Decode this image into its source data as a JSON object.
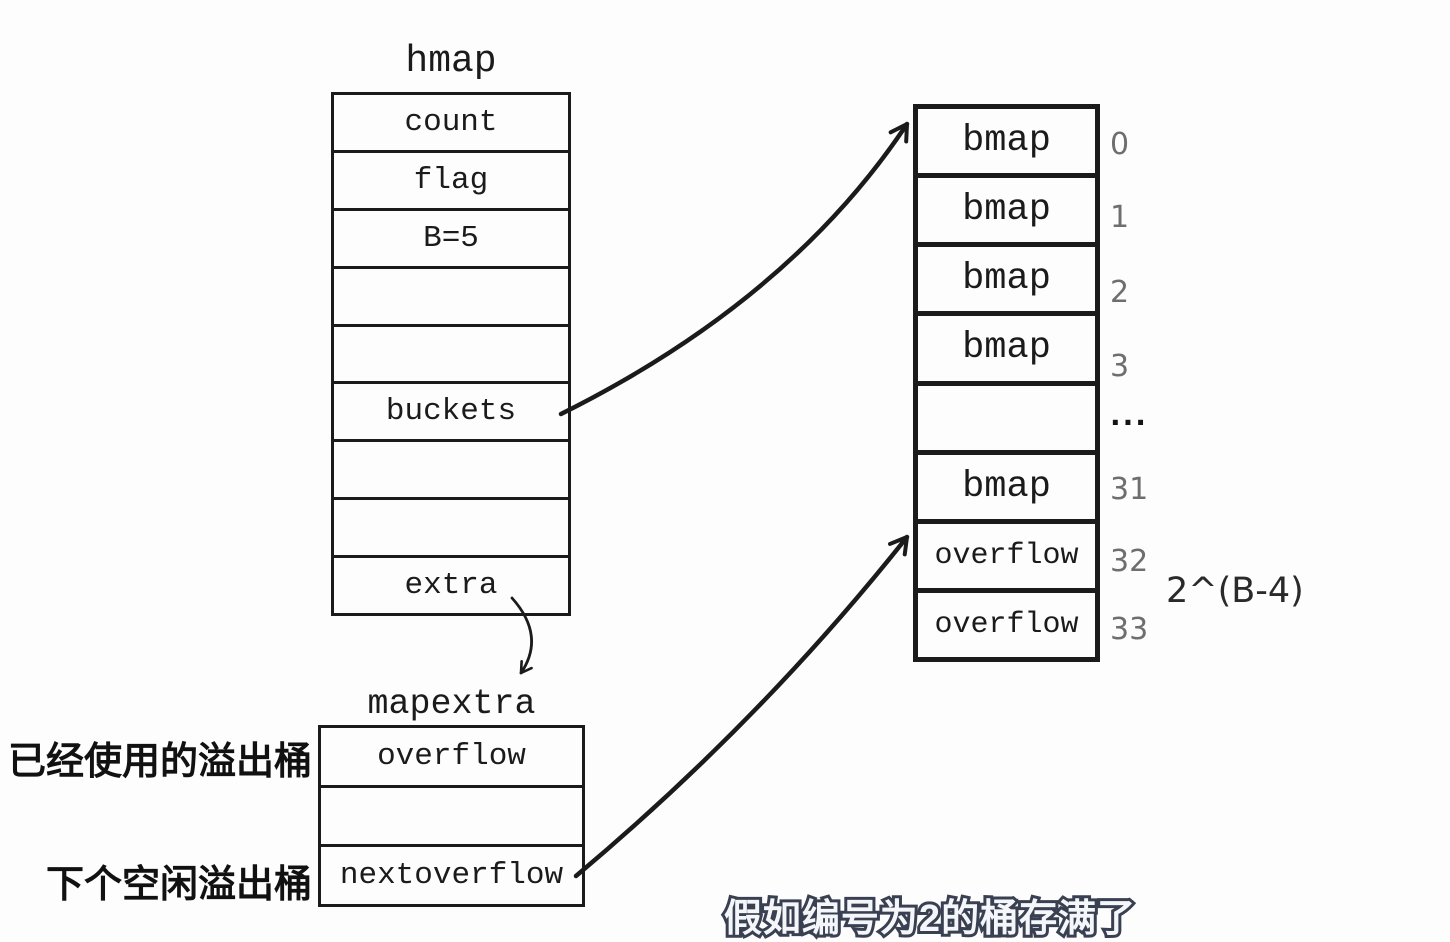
{
  "diagram": {
    "hmap": {
      "title": "hmap",
      "fields": [
        "count",
        "flag",
        "B=5",
        "",
        "",
        "buckets",
        "",
        "",
        "extra"
      ]
    },
    "bucket_array": {
      "cells": [
        {
          "label": "bmap",
          "index": "0"
        },
        {
          "label": "bmap",
          "index": "1"
        },
        {
          "label": "bmap",
          "index": "2"
        },
        {
          "label": "bmap",
          "index": "3"
        },
        {
          "label": "",
          "index": "..."
        },
        {
          "label": "bmap",
          "index": "31"
        },
        {
          "label": "overflow",
          "index": "32"
        },
        {
          "label": "overflow",
          "index": "33"
        }
      ],
      "count_note": "2^(B-4)"
    },
    "mapextra": {
      "title": "mapextra",
      "fields": [
        "overflow",
        "",
        "nextoverflow"
      ],
      "labels": {
        "used": "已经使用的溢出桶",
        "next_free": "下个空闲溢出桶"
      }
    },
    "subtitle": "假如编号为2的桶存满了",
    "colors": {
      "ink": "#1b1b1b",
      "index_gray": "#6e6e6e",
      "background": "#fdfdfd",
      "subtitle_fill": "#f5f6fa",
      "subtitle_outline": "#3a4152"
    }
  }
}
